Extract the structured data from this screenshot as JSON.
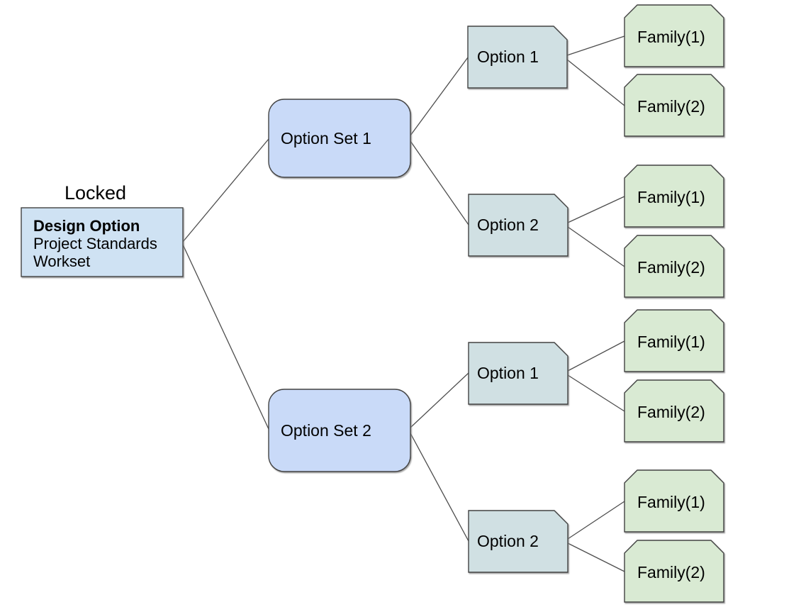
{
  "colors": {
    "background": "#ffffff",
    "root_fill": "#cfe2f3",
    "option_set_fill": "#c9daf8",
    "option_fill": "#d0e0e3",
    "family_fill": "#d9ead3",
    "border": "#434343",
    "connector": "#4d4d4d",
    "locked_text": "#ff0000",
    "label_text": "#000000"
  },
  "root": {
    "locked_label": "Locked",
    "title": "Design Option",
    "line2": "Project Standards",
    "line3": "Workset"
  },
  "option_sets": [
    {
      "label": "Option Set 1",
      "options": [
        {
          "label": "Option 1",
          "families": [
            {
              "label": "Family(1)"
            },
            {
              "label": "Family(2)"
            }
          ]
        },
        {
          "label": "Option 2",
          "families": [
            {
              "label": "Family(1)"
            },
            {
              "label": "Family(2)"
            }
          ]
        }
      ]
    },
    {
      "label": "Option Set 2",
      "options": [
        {
          "label": "Option 1",
          "families": [
            {
              "label": "Family(1)"
            },
            {
              "label": "Family(2)"
            }
          ]
        },
        {
          "label": "Option 2",
          "families": [
            {
              "label": "Family(1)"
            },
            {
              "label": "Family(2)"
            }
          ]
        }
      ]
    }
  ]
}
